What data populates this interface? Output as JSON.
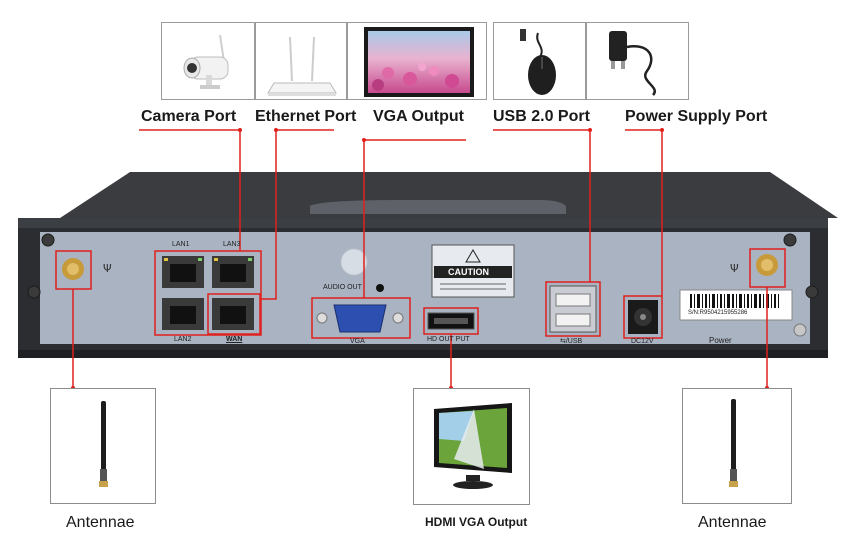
{
  "callouts": {
    "camera_port": "Camera Port",
    "ethernet_port": "Ethernet Port",
    "vga_output": "VGA Output",
    "usb_port": "USB 2.0 Port",
    "power_supply_port": "Power Supply Port",
    "antennae_left": "Antennae",
    "hdmi_vga_output": "HDMI VGA Output",
    "antennae_right": "Antennae"
  },
  "panel": {
    "lan1": "LAN1",
    "lan3": "LAN3",
    "lan2": "LAN2",
    "wan": "WAN",
    "audio_out": "AUDIO OUT",
    "vga": "VGA",
    "hd_out_put": "HD OUT PUT",
    "caution": "CAUTION",
    "usb": "⇆/USB",
    "dc12v": "DC12V",
    "power": "Power",
    "serial": "S/N:R9504215955286"
  },
  "colors": {
    "callout_line": "#e0201c",
    "panel": "#a9b3c1",
    "chassis": "#2b2d31"
  }
}
